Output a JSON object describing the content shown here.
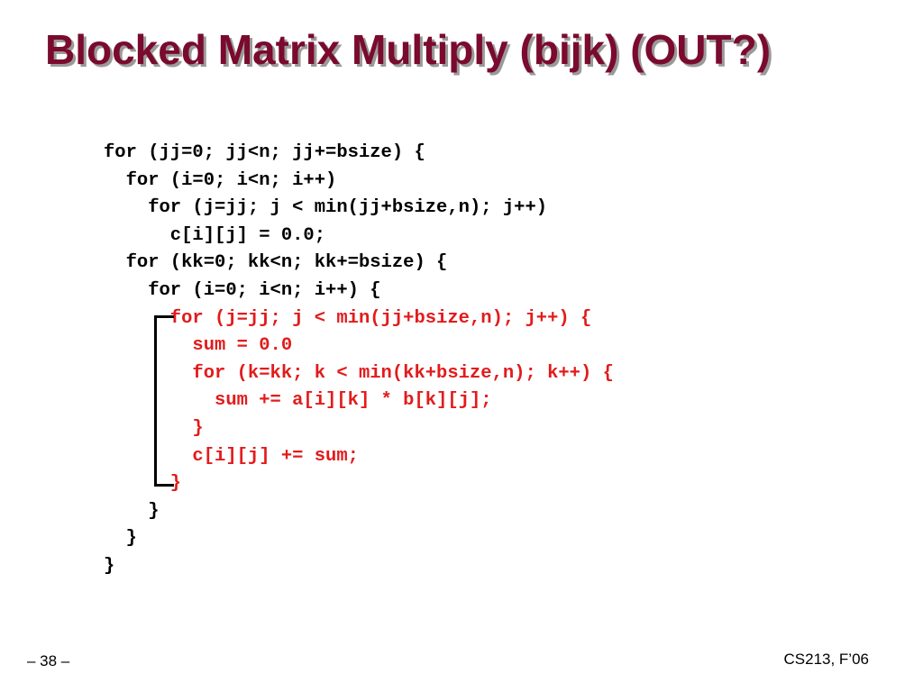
{
  "slide": {
    "title": "Blocked Matrix Multiply (bijk) (OUT?)",
    "code_lines": [
      {
        "text": "for (jj=0; jj<n; jj+=bsize) {",
        "indent": 0,
        "highlight": false
      },
      {
        "text": "for (i=0; i<n; i++)",
        "indent": 1,
        "highlight": false
      },
      {
        "text": "for (j=jj; j < min(jj+bsize,n); j++)",
        "indent": 2,
        "highlight": false
      },
      {
        "text": "c[i][j] = 0.0;",
        "indent": 3,
        "highlight": false
      },
      {
        "text": "for (kk=0; kk<n; kk+=bsize) {",
        "indent": 1,
        "highlight": false
      },
      {
        "text": "for (i=0; i<n; i++) {",
        "indent": 2,
        "highlight": false
      },
      {
        "text": "for (j=jj; j < min(jj+bsize,n); j++) {",
        "indent": 3,
        "highlight": true
      },
      {
        "text": "sum = 0.0",
        "indent": 4,
        "highlight": true
      },
      {
        "text": "for (k=kk; k < min(kk+bsize,n); k++) {",
        "indent": 4,
        "highlight": true
      },
      {
        "text": "sum += a[i][k] * b[k][j];",
        "indent": 5,
        "highlight": true
      },
      {
        "text": "}",
        "indent": 4,
        "highlight": true
      },
      {
        "text": "c[i][j] += sum;",
        "indent": 4,
        "highlight": true
      },
      {
        "text": "}",
        "indent": 3,
        "highlight": true
      },
      {
        "text": "}",
        "indent": 2,
        "highlight": false
      },
      {
        "text": "}",
        "indent": 1,
        "highlight": false
      },
      {
        "text": "}",
        "indent": 0,
        "highlight": false
      }
    ],
    "footer": {
      "slide_number": "– 38 –",
      "course": "CS213, F’06"
    }
  },
  "colors": {
    "title": "#7a0a2e",
    "title_shadow": "#9a9a9a",
    "code": "#000000",
    "code_highlight": "#e21b1b"
  }
}
